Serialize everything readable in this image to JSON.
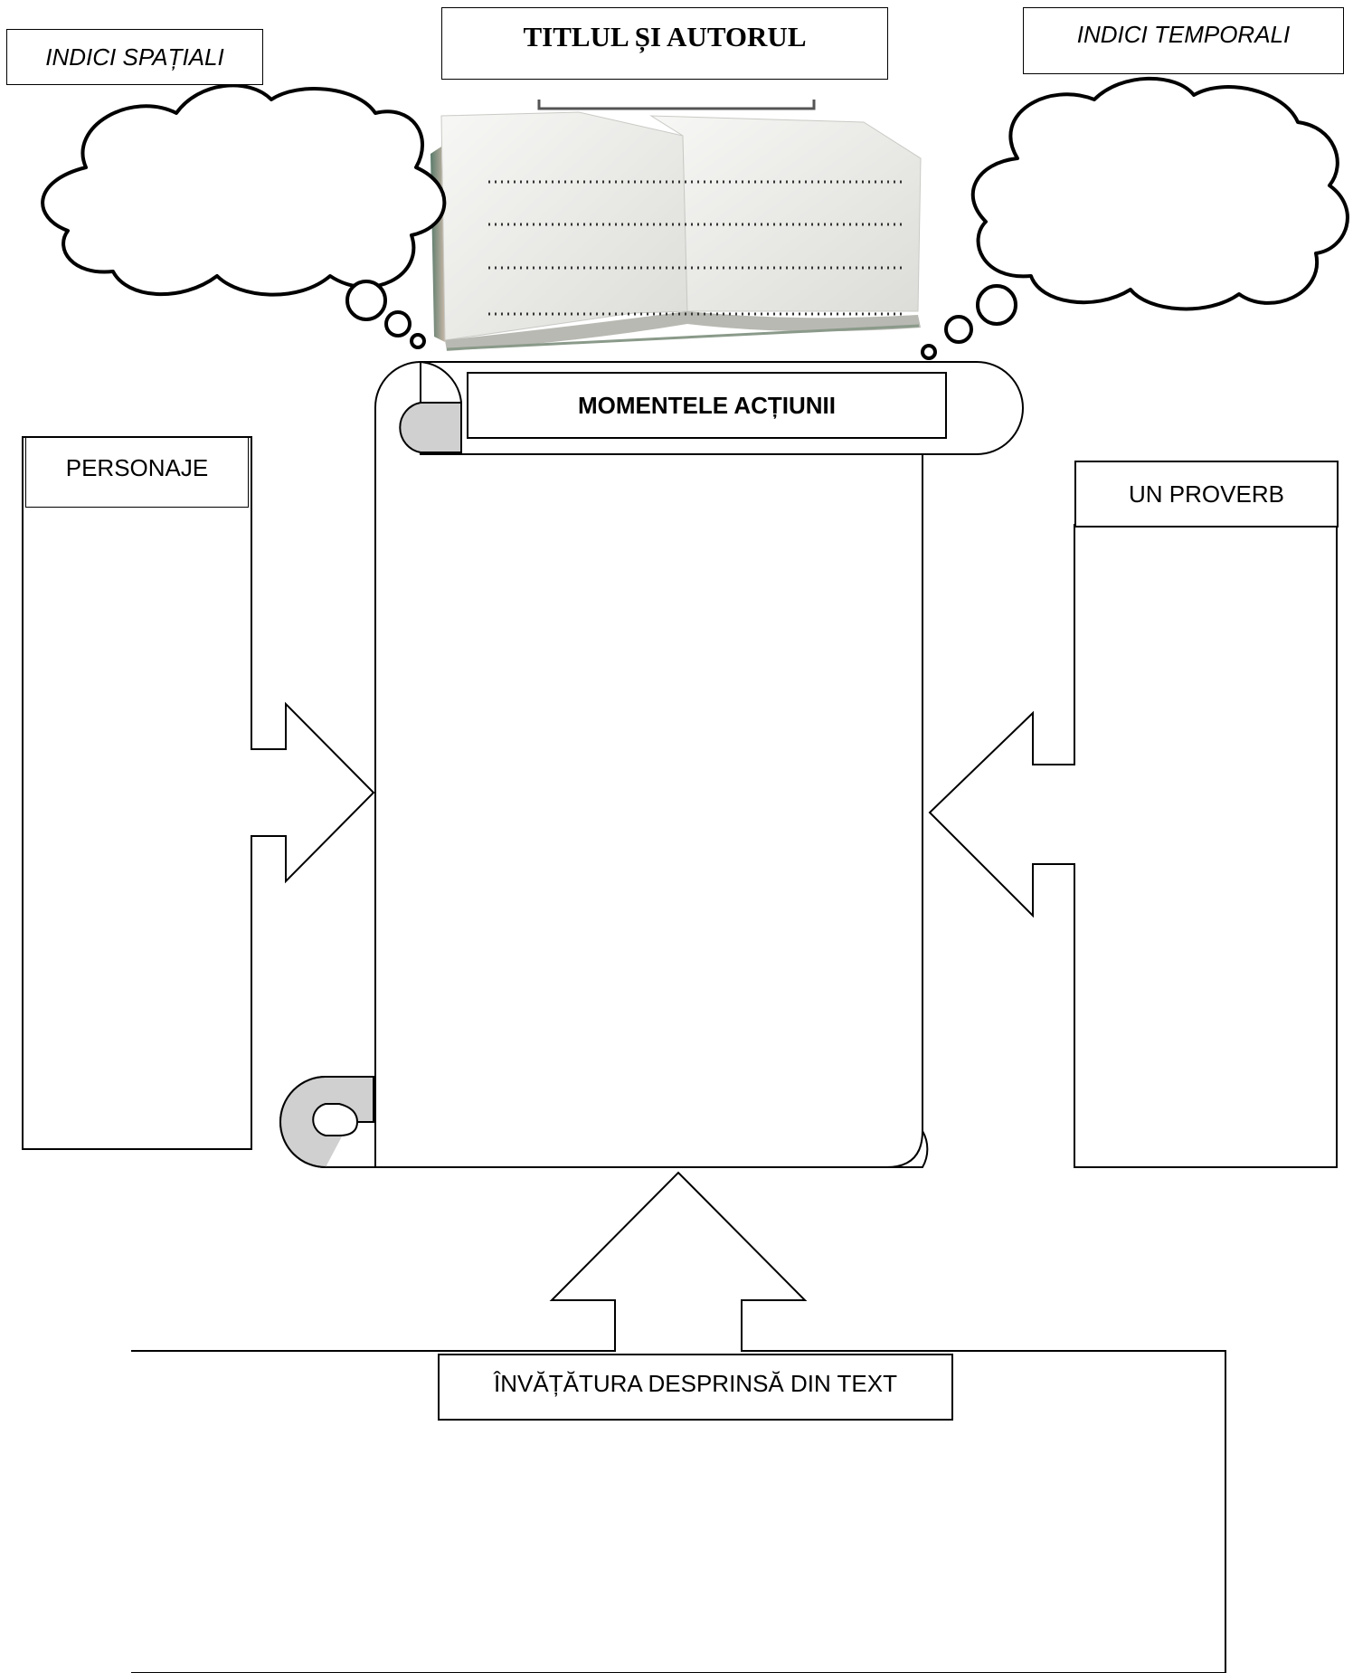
{
  "title_box": {
    "text": "TITLUL ȘI AUTORUL"
  },
  "spatial_box": {
    "text": "INDICI SPAȚIALI"
  },
  "temporal_box": {
    "text": "INDICI TEMPORALI"
  },
  "scroll_header": {
    "text": "MOMENTELE ACȚIUNII"
  },
  "characters_box": {
    "text": "PERSONAJE"
  },
  "proverb_box": {
    "text": "UN PROVERB"
  },
  "lesson_box": {
    "text": "ÎNVĂȚĂTURA DESPRINSĂ DIN TEXT"
  },
  "colors": {
    "curl_fill": "#d0d0d0",
    "stroke": "#000000"
  }
}
